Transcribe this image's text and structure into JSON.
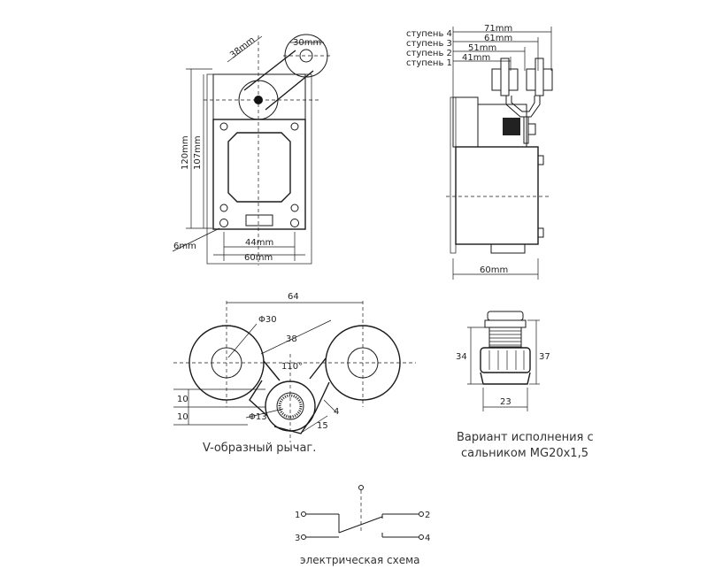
{
  "front_view": {
    "dim_roller_dia": "30mm",
    "dim_lever": "38mm",
    "dim_height_total": "120mm",
    "dim_height_body": "107mm",
    "dim_hole": "6mm",
    "dim_hole_spacing": "44mm",
    "dim_width": "60mm"
  },
  "side_view": {
    "stage4": "ступень 4",
    "stage3": "ступень 3",
    "stage2": "ступень 2",
    "stage1": "ступень 1",
    "dim4": "71mm",
    "dim3": "61mm",
    "dim2": "51mm",
    "dim1": "41mm",
    "dim_width": "60mm"
  },
  "lever_view": {
    "dim_span": "64",
    "dim_roller": "Φ30",
    "dim_arm": "38",
    "dim_angle": "110°",
    "dim_left_upper": "10",
    "dim_left_lower": "10",
    "dim_hub": "Φ13",
    "dim_small": "4",
    "dim_hub_width": "15",
    "caption": "V-образный рычаг."
  },
  "gland_view": {
    "dim_left": "34",
    "dim_right": "37",
    "dim_bottom": "23",
    "caption_line1": "Вариант исполнения с",
    "caption_line2": "сальником MG20x1,5"
  },
  "schematic": {
    "t1": "1",
    "t2": "2",
    "t3": "3",
    "t4": "4",
    "caption": "электрическая схема"
  }
}
